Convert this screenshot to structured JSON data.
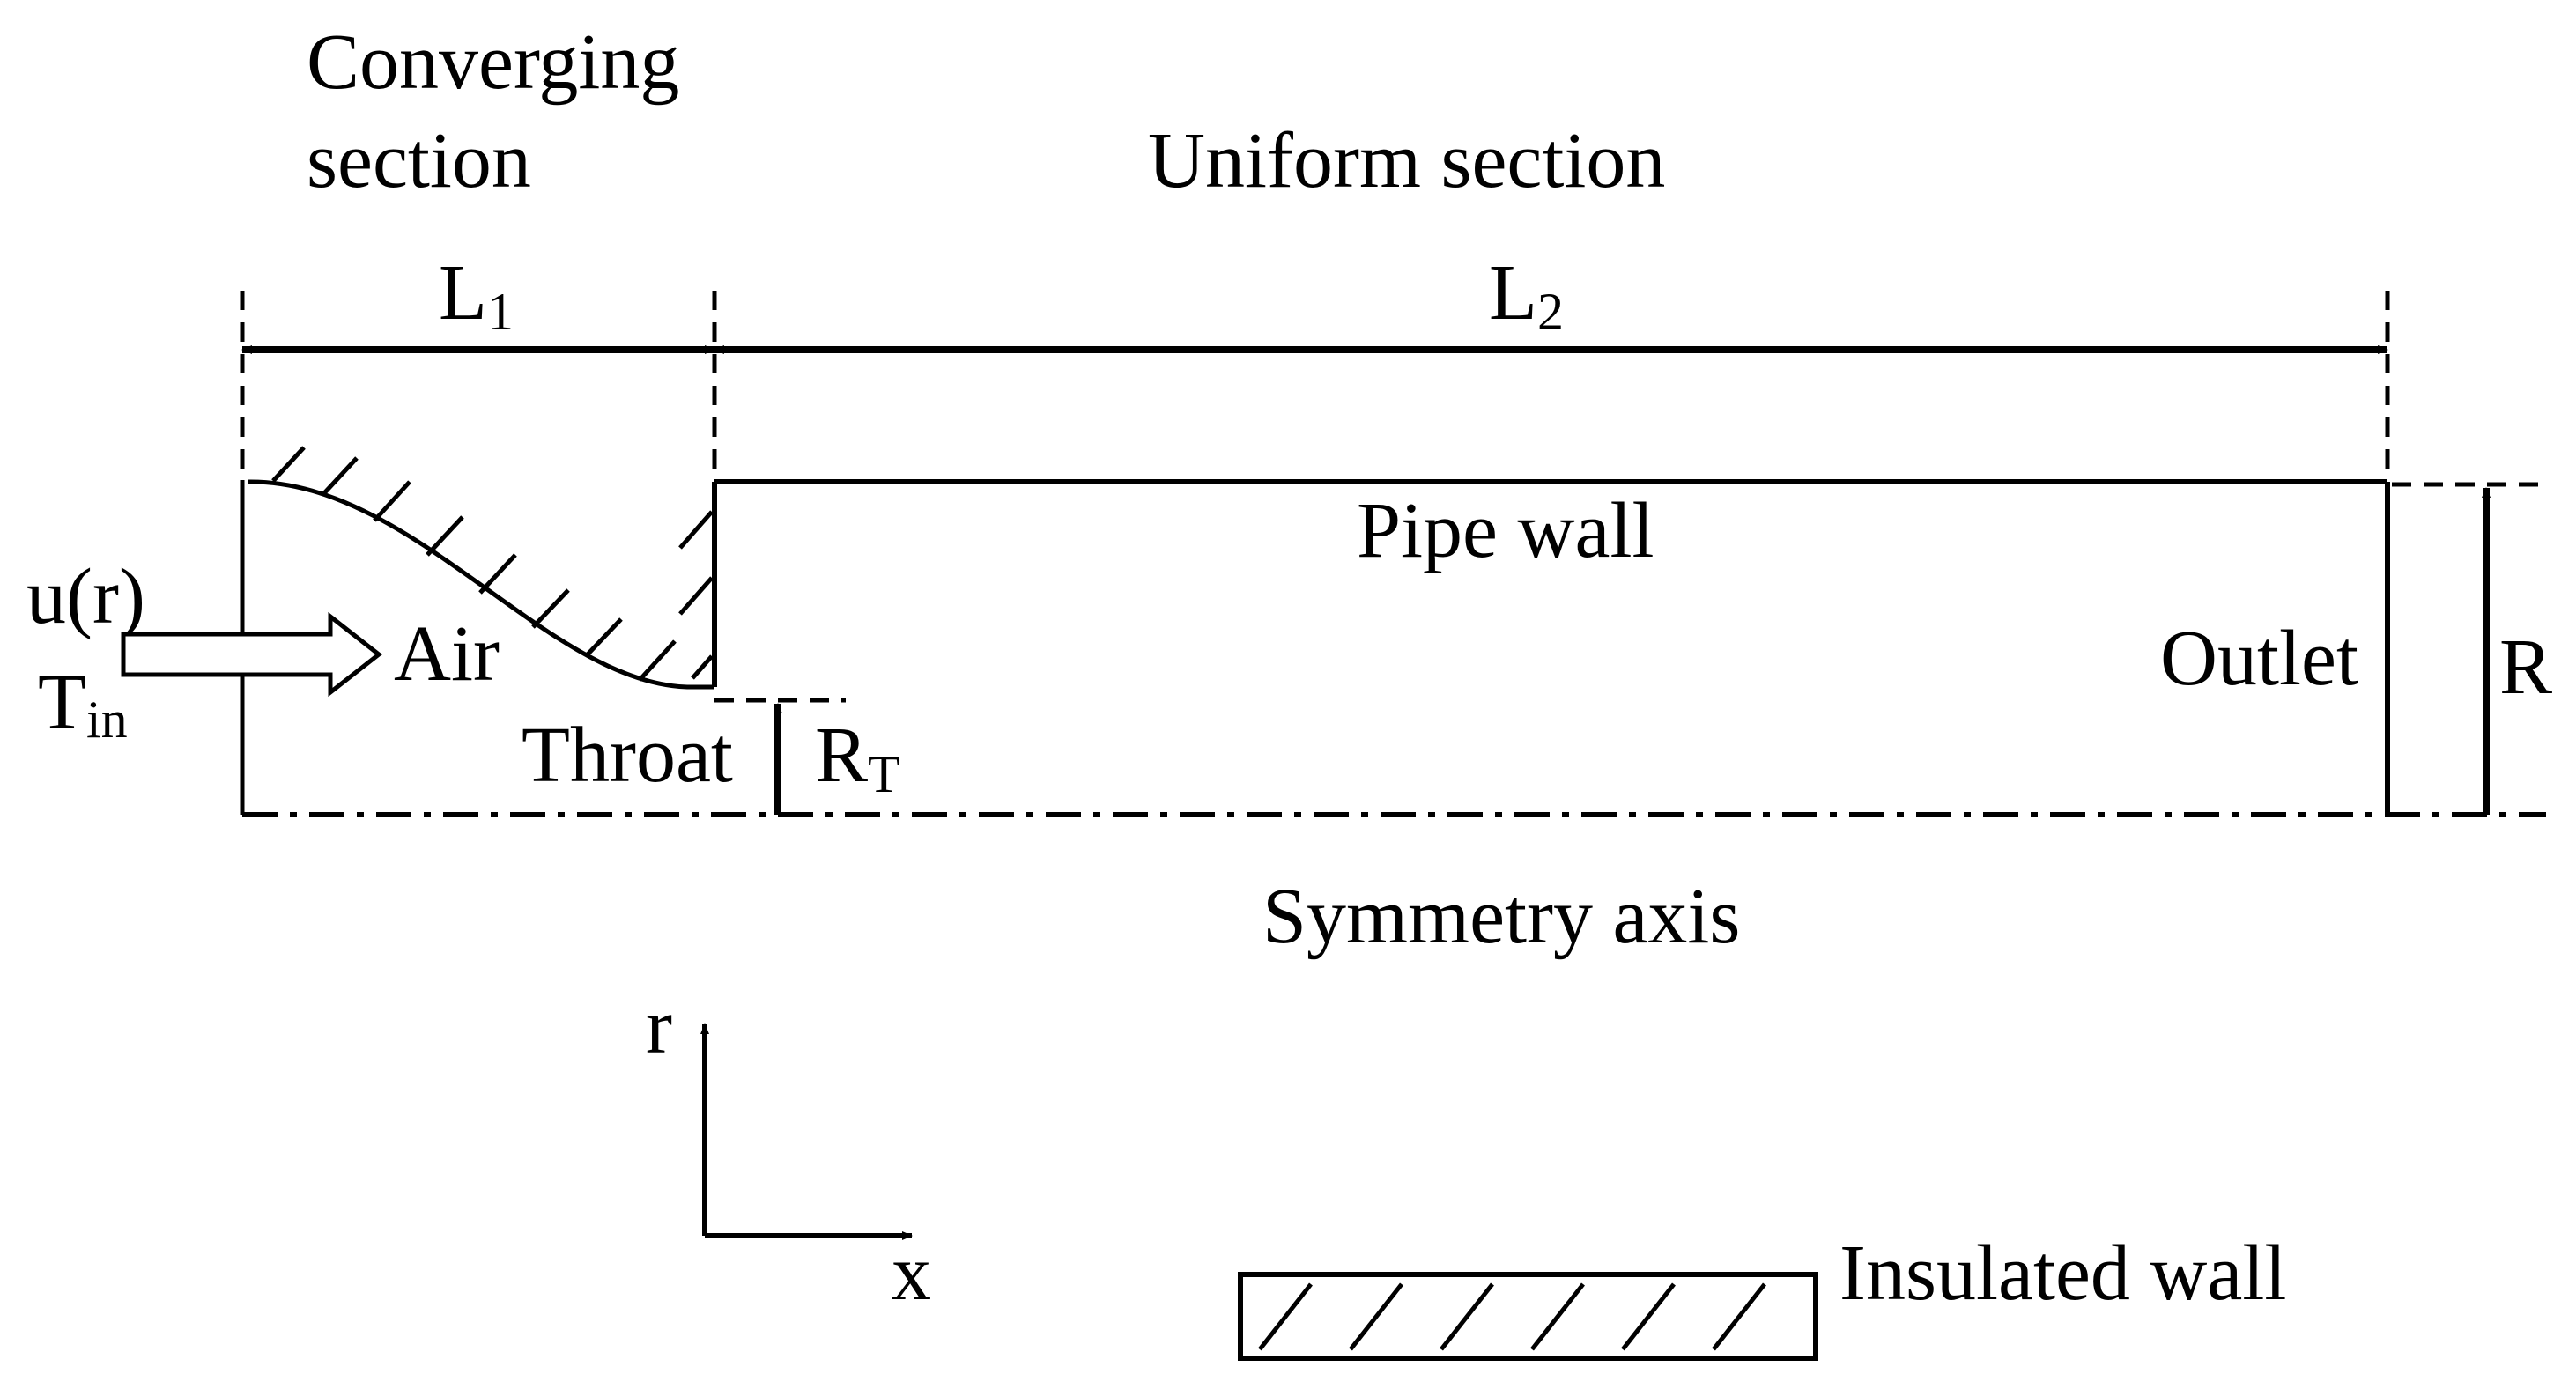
{
  "labels": {
    "converging_line1": "Converging",
    "converging_line2": "section",
    "uniform": "Uniform section",
    "L1_main": "L",
    "L1_sub": "1",
    "L2_main": "L",
    "L2_sub": "2",
    "pipe_wall": "Pipe wall",
    "inlet_velocity": "u(r)",
    "inlet_temp_main": "T",
    "inlet_temp_sub": "in",
    "air": "Air",
    "throat": "Throat",
    "RT_main": "R",
    "RT_sub": "T",
    "outlet": "Outlet",
    "R": "R",
    "symmetry_axis": "Symmetry axis",
    "axis_r": "r",
    "axis_x": "x",
    "insulated_wall": "Insulated wall"
  },
  "colors": {
    "stroke": "#000000",
    "background": "#ffffff"
  }
}
